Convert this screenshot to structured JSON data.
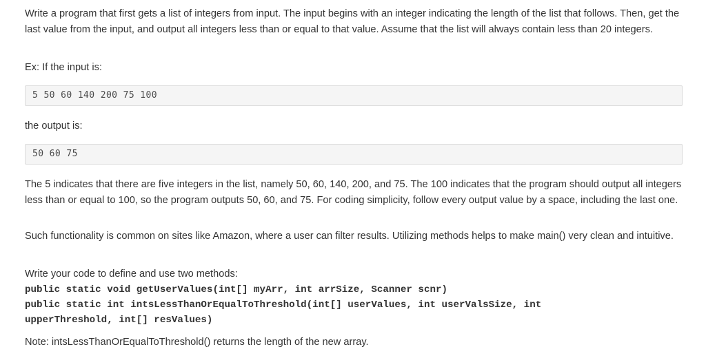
{
  "problem": {
    "intro": "Write a program that first gets a list of integers from input. The input begins with an integer indicating the length of the list that follows. Then, get the last value from the input, and output all integers less than or equal to that value. Assume that the list will always contain less than 20 integers.",
    "example_input_label": "Ex: If the input is:",
    "example_input": "5 50 60 140 200 75 100",
    "example_output_label": "the output is:",
    "example_output": "50 60 75",
    "explanation": "The 5 indicates that there are five integers in the list, namely 50, 60, 140, 200, and 75. The 100 indicates that the program should output all integers less than or equal to 100, so the program outputs 50, 60, and 75. For coding simplicity, follow every output value by a space, including the last one.",
    "context": "Such functionality is common on sites like Amazon, where a user can filter results. Utilizing methods helps to make main() very clean and intuitive.",
    "methods_label": "Write your code to define and use two methods:",
    "method_1": "public static void getUserValues(int[] myArr, int arrSize, Scanner scnr)",
    "method_2_line_1": "public static int intsLessThanOrEqualToThreshold(int[] userValues, int userValsSize, int",
    "method_2_line_2": "upperThreshold, int[] resValues)",
    "note": "Note: intsLessThanOrEqualToThreshold() returns the length of the new array."
  }
}
